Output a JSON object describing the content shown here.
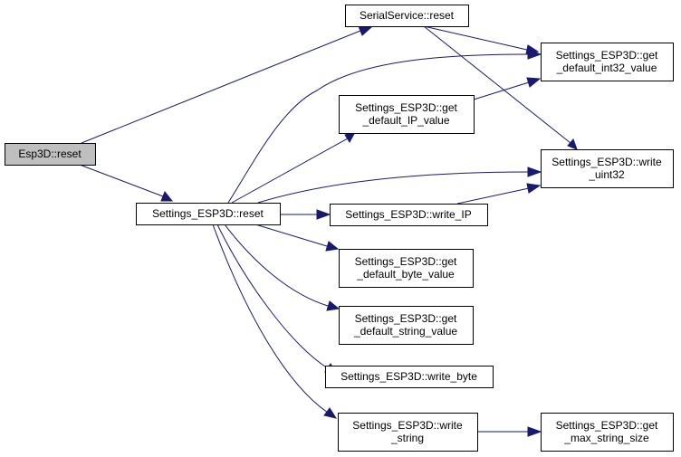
{
  "diagram": {
    "type": "call-graph",
    "colors": {
      "root_fill": "#bfbfbf",
      "node_fill": "#ffffff",
      "edge": "#191970",
      "border": "#000000"
    },
    "nodes": [
      {
        "id": "esp3d_reset",
        "lines": [
          "Esp3D::reset"
        ],
        "root": true
      },
      {
        "id": "serial_reset",
        "lines": [
          "SerialService::reset"
        ]
      },
      {
        "id": "settings_reset",
        "lines": [
          "Settings_ESP3D::reset"
        ]
      },
      {
        "id": "get_int32",
        "lines": [
          "Settings_ESP3D::get",
          "_default_int32_value"
        ]
      },
      {
        "id": "get_ip",
        "lines": [
          "Settings_ESP3D::get",
          "_default_IP_value"
        ]
      },
      {
        "id": "write_uint32",
        "lines": [
          "Settings_ESP3D::write",
          "_uint32"
        ]
      },
      {
        "id": "write_ip",
        "lines": [
          "Settings_ESP3D::write_IP"
        ]
      },
      {
        "id": "get_byte",
        "lines": [
          "Settings_ESP3D::get",
          "_default_byte_value"
        ]
      },
      {
        "id": "get_string",
        "lines": [
          "Settings_ESP3D::get",
          "_default_string_value"
        ]
      },
      {
        "id": "write_byte",
        "lines": [
          "Settings_ESP3D::write_byte"
        ]
      },
      {
        "id": "write_string",
        "lines": [
          "Settings_ESP3D::write",
          "_string"
        ]
      },
      {
        "id": "get_max",
        "lines": [
          "Settings_ESP3D::get",
          "_max_string_size"
        ]
      }
    ],
    "edges": [
      {
        "from": "esp3d_reset",
        "to": "serial_reset"
      },
      {
        "from": "esp3d_reset",
        "to": "settings_reset"
      },
      {
        "from": "serial_reset",
        "to": "get_int32"
      },
      {
        "from": "serial_reset",
        "to": "write_uint32"
      },
      {
        "from": "settings_reset",
        "to": "get_int32"
      },
      {
        "from": "settings_reset",
        "to": "get_ip"
      },
      {
        "from": "settings_reset",
        "to": "write_uint32"
      },
      {
        "from": "settings_reset",
        "to": "write_ip"
      },
      {
        "from": "settings_reset",
        "to": "get_byte"
      },
      {
        "from": "settings_reset",
        "to": "get_string"
      },
      {
        "from": "settings_reset",
        "to": "write_byte"
      },
      {
        "from": "settings_reset",
        "to": "write_string"
      },
      {
        "from": "get_ip",
        "to": "get_int32"
      },
      {
        "from": "write_ip",
        "to": "write_uint32"
      },
      {
        "from": "write_string",
        "to": "get_max"
      }
    ]
  }
}
